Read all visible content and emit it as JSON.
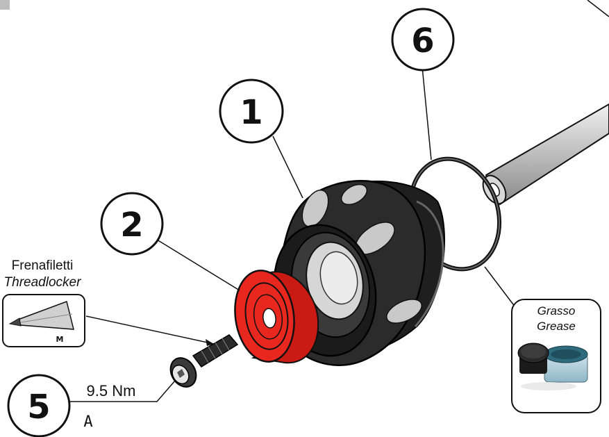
{
  "callouts": {
    "c1": "1",
    "c2": "2",
    "c5": "5",
    "c6": "6"
  },
  "threadlocker": {
    "label_it": "Frenafiletti",
    "label_en": "Threadlocker",
    "tube_mark": "M"
  },
  "grease": {
    "label_it": "Grasso",
    "label_en": "Grease"
  },
  "torque": {
    "value": "9.5 Nm",
    "class_letter": "A"
  },
  "colors": {
    "cap_red": "#e8271f",
    "body_dark": "#2b2b2b",
    "grey_insert": "#c9c9c9"
  }
}
